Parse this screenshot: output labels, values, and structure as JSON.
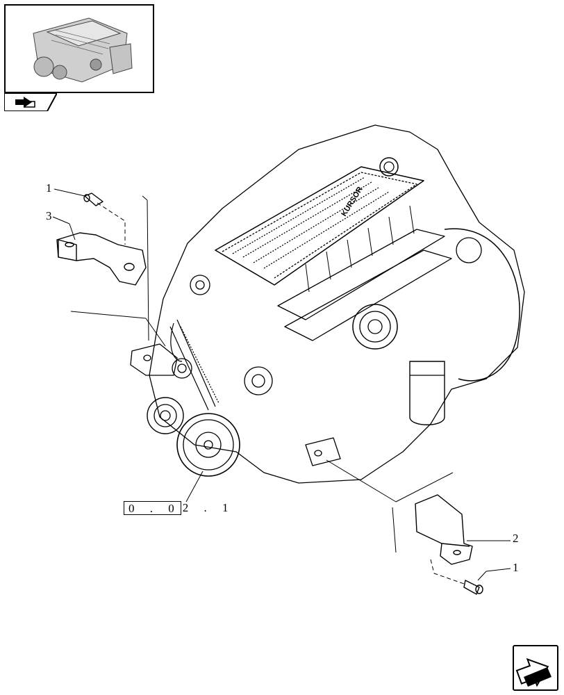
{
  "thumbnail": {
    "icon": "engine-thumbnail",
    "tab_icon": "arrow-back-icon"
  },
  "callouts": {
    "c1_top": "1",
    "c3": "3",
    "c2": "2",
    "c1_bottom": "1"
  },
  "reference": {
    "boxed": "0 . 0",
    "rest": "2 . 1"
  },
  "engine_logo": "KURSOR",
  "navigation": {
    "icon": "next-page-arrow-icon"
  }
}
